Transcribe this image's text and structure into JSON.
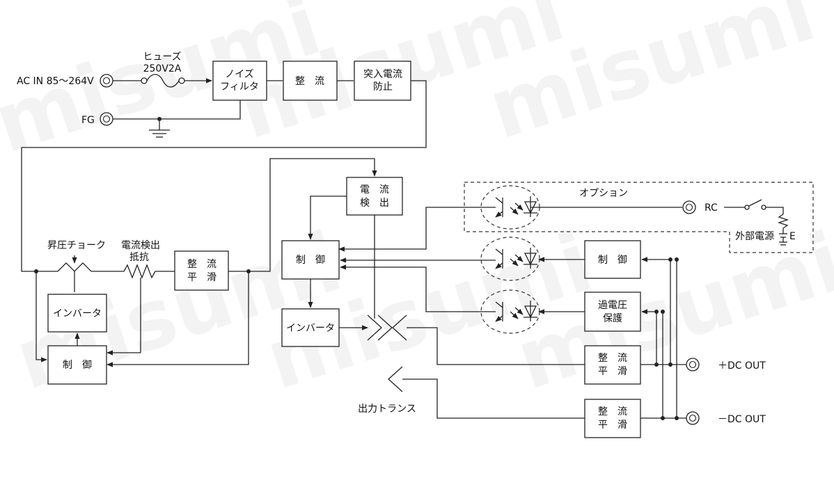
{
  "watermark": "misumi",
  "labels": {
    "ac_in": "AC IN 85～264V",
    "fuse_title": "ヒューズ",
    "fuse_rating": "250V2A",
    "fg": "FG",
    "boost_choke": "昇圧チョーク",
    "current_detect_resistor_1": "電流検出",
    "current_detect_resistor_2": "抵抗",
    "option": "オプション",
    "rc": "RC",
    "external_power": "外部電源",
    "e": "E",
    "output_transformer": "出力トランス",
    "dc_out_plus": "＋DC OUT",
    "dc_out_minus": "－DC OUT"
  },
  "blocks": {
    "noise_filter": [
      "ノイズ",
      "フィルタ"
    ],
    "rectifier_1": [
      "整　流"
    ],
    "inrush_prevent": [
      "突入電流",
      "防止"
    ],
    "rect_smooth_1": [
      "整　流",
      "平　滑"
    ],
    "inverter_1": [
      "インバータ"
    ],
    "control_1": [
      "制　御"
    ],
    "current_detect": [
      "電　流",
      "検　出"
    ],
    "control_2": [
      "制　御"
    ],
    "inverter_2": [
      "インバータ"
    ],
    "control_3": [
      "制　御"
    ],
    "overvoltage": [
      "過電圧",
      "保護"
    ],
    "rect_smooth_2": [
      "整　流",
      "平　滑"
    ],
    "rect_smooth_3": [
      "整　流",
      "平　滑"
    ]
  }
}
